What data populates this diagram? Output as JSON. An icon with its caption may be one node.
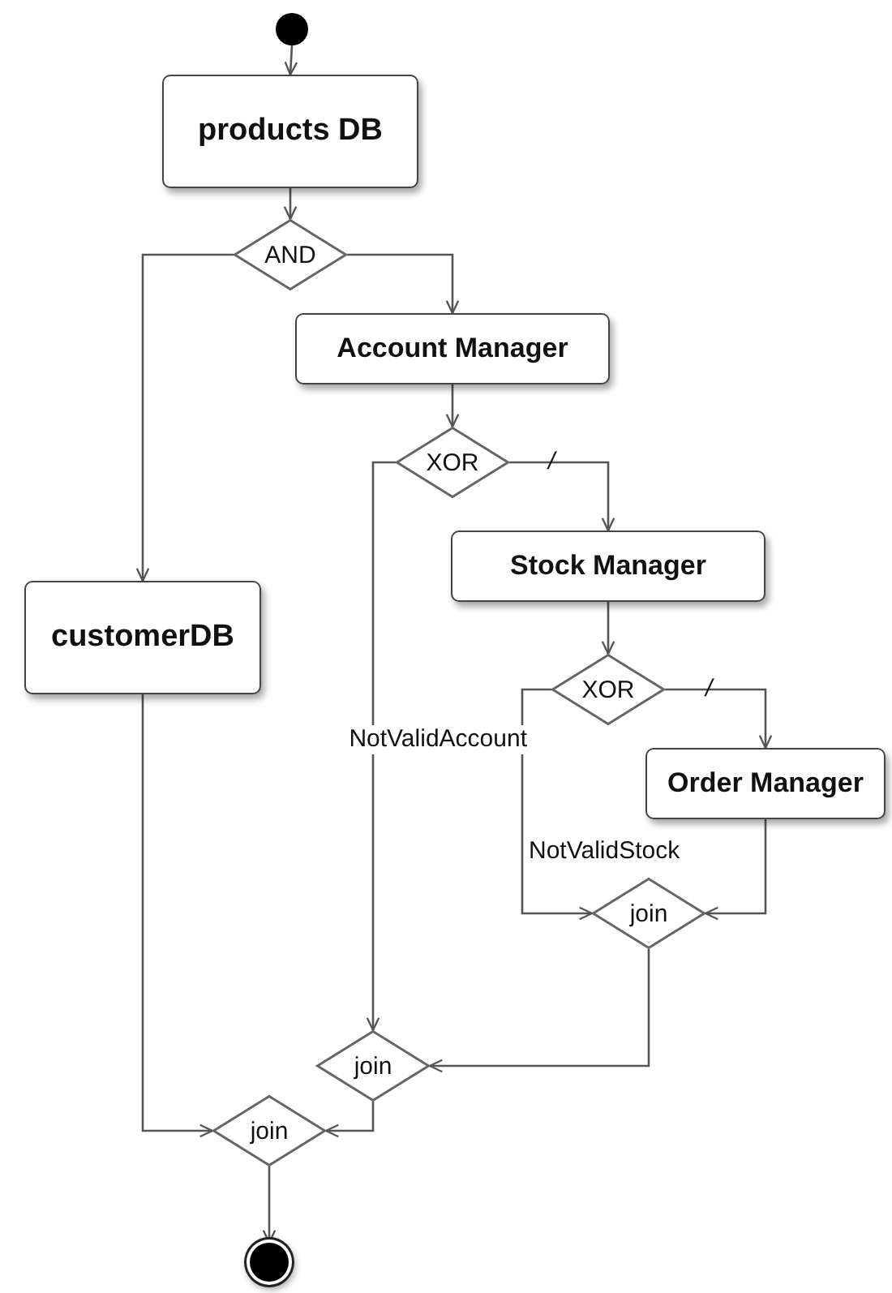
{
  "diagram": {
    "nodes": [
      {
        "text": [],
        "shape": "circle"
      },
      {
        "text": [
          "products DB"
        ]
      },
      {
        "text": [
          "AND"
        ]
      },
      {
        "text": [
          "Account Manager"
        ]
      },
      {
        "text": [
          "XOR"
        ]
      },
      {
        "text": [
          "customerDB"
        ]
      },
      {
        "text": [
          "Stock Manager"
        ]
      },
      {
        "text": [
          "XOR"
        ]
      },
      {
        "text": [
          "Order Manager"
        ]
      },
      {
        "text": [
          "join"
        ]
      },
      {
        "text": [
          "join"
        ]
      },
      {
        "text": [
          "join"
        ]
      },
      {
        "text": [],
        "shape": "circle"
      }
    ],
    "edges": [
      {
        "from": 0,
        "to": 1,
        "arrow": "to"
      },
      {
        "from": 1,
        "to": 2,
        "arrow": "to"
      },
      {
        "from": 2,
        "to": 3,
        "arrow": "to"
      },
      {
        "from": 2,
        "to": 5,
        "arrow": "to"
      },
      {
        "from": 3,
        "to": 4,
        "arrow": "to"
      },
      {
        "from": 4,
        "to": 6,
        "arrow": "to",
        "label": "/"
      },
      {
        "from": 4,
        "to": 10,
        "arrow": "to",
        "label": "NotValidAccount"
      },
      {
        "from": 6,
        "to": 7,
        "arrow": "to"
      },
      {
        "from": 7,
        "to": 8,
        "arrow": "to",
        "label": "/"
      },
      {
        "from": 7,
        "to": 9,
        "arrow": "to",
        "label": "NotValidStock"
      },
      {
        "from": 8,
        "to": 9,
        "arrow": "to"
      },
      {
        "from": 9,
        "to": 10,
        "arrow": "to"
      },
      {
        "from": 10,
        "to": 11,
        "arrow": "to"
      },
      {
        "from": 5,
        "to": 11,
        "arrow": "to"
      },
      {
        "from": 11,
        "to": 12,
        "arrow": "to"
      }
    ]
  }
}
